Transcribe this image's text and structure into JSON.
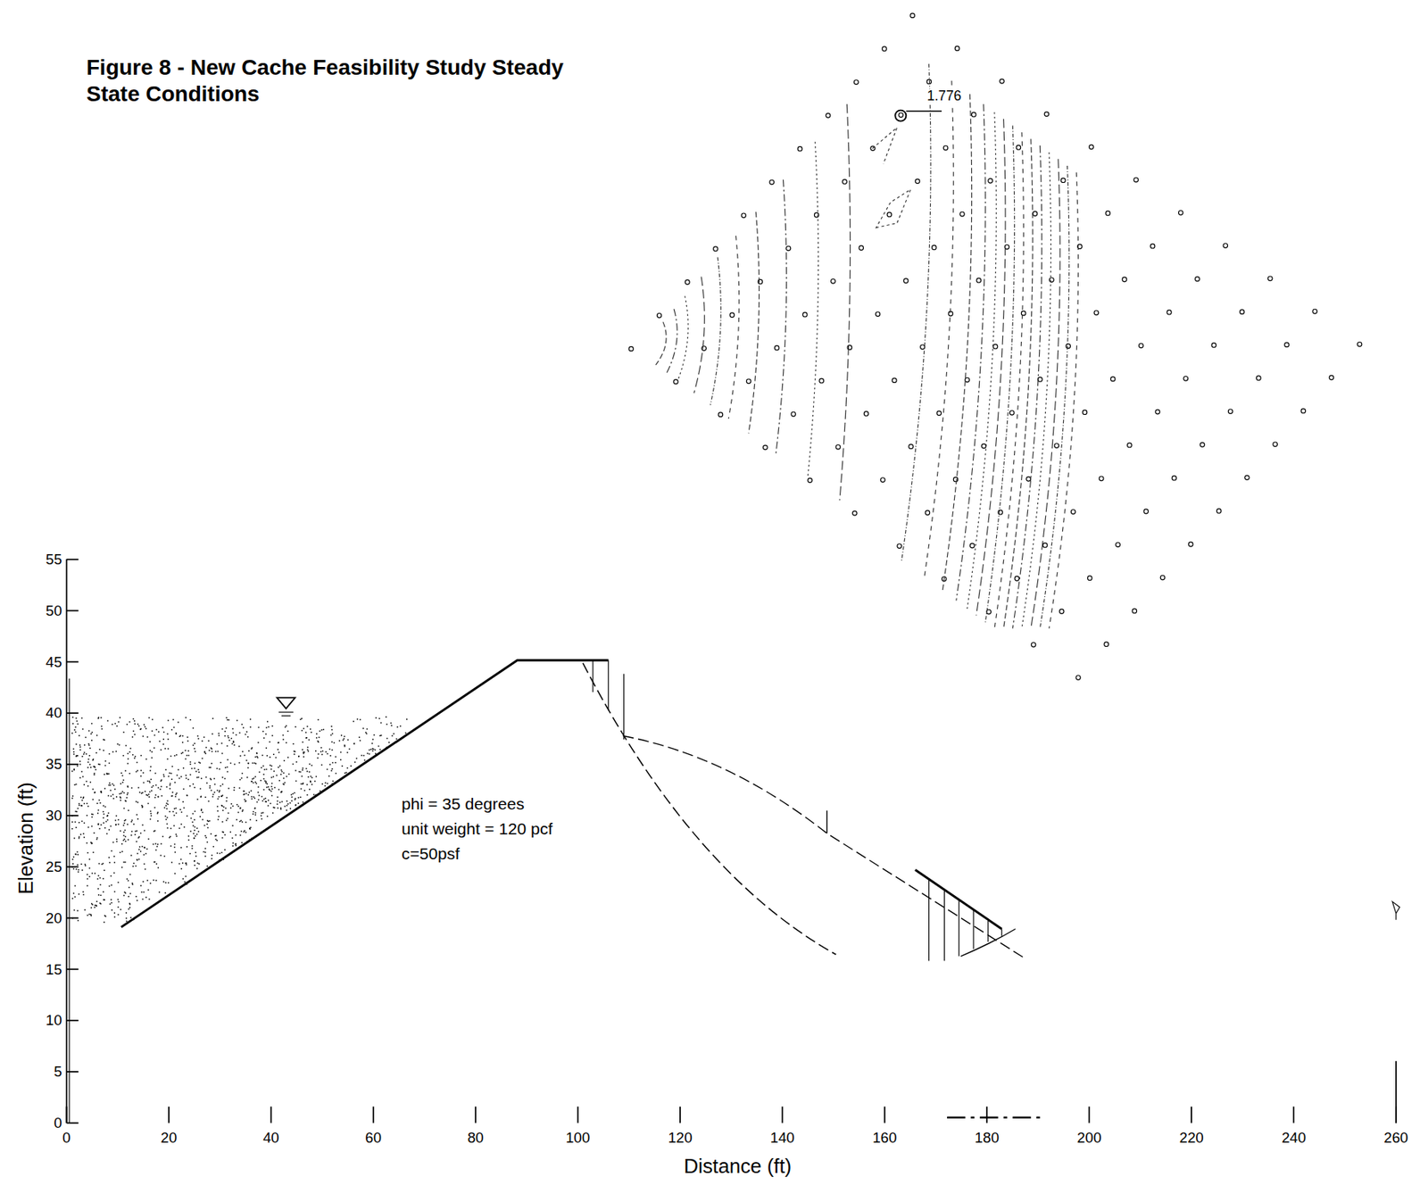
{
  "diagram": {
    "title": "Figure 8 - New Cache Feasibility Study Steady State Conditions",
    "labels": [
      "1.776",
      "phi = 35 degrees",
      "unit weight = 120 pcf",
      "c=50psf",
      "0",
      "5",
      "10",
      "15",
      "20",
      "25",
      "30",
      "35",
      "40",
      "45",
      "50",
      "55",
      "0",
      "20",
      "40",
      "60",
      "80",
      "100",
      "120",
      "140",
      "160",
      "180",
      "200",
      "220",
      "240",
      "260",
      "Elevation (ft)",
      "Distance (ft)"
    ]
  }
}
